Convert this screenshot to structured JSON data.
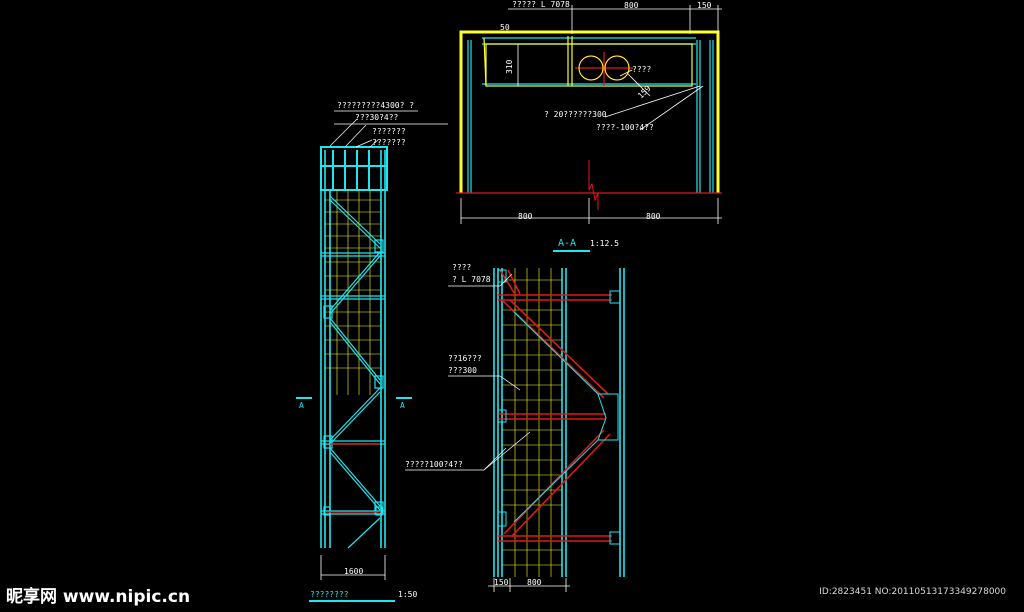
{
  "colors": {
    "background": "#000000",
    "cyan": "#1ee6f0",
    "yellow": "#ffff2a",
    "red": "#e01818",
    "white": "#ffffff"
  },
  "section_view": {
    "top_note": "????? L 7078",
    "dim_top_800": "800",
    "dim_top_150": "150",
    "dim_310": "310",
    "dim_50": "50",
    "dim_159": "159",
    "label_hole": "????",
    "note_1": "? 20??????300",
    "note_2": "????-100?4??",
    "dim_bottom_left": "800",
    "dim_bottom_right": "800",
    "title": "A-A",
    "scale": "1:12.5"
  },
  "elevation_view": {
    "note_1": "?????????4300?  ?",
    "note_2": "???30?4??",
    "note_3": "???????",
    "note_4": "???????",
    "section_mark_left": "A",
    "section_mark_right": "A",
    "dim_bottom": "1600",
    "title": "????????",
    "scale": "1:50"
  },
  "detail_view": {
    "note_1": "????",
    "note_2": "? L 7078",
    "note_3": "??16???",
    "note_4": "???300",
    "note_5": "?????100?4??",
    "dim_150": "150",
    "dim_800": "800"
  },
  "watermark": {
    "logo": "昵享网 www.nipic.cn",
    "id": "ID:2823451 NO:20110513173349278000"
  }
}
